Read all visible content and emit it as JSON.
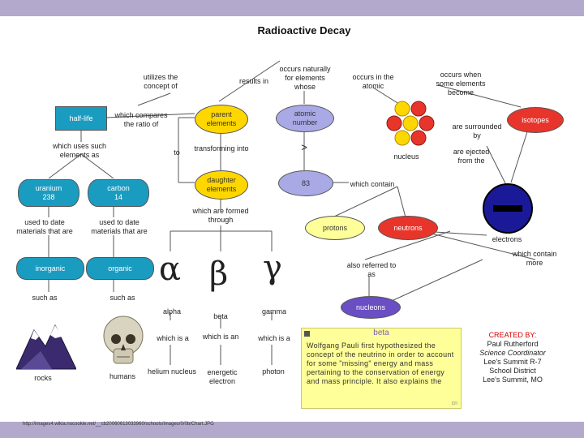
{
  "title": "Radioactive Decay",
  "nodes": {
    "half_life": "half-life",
    "parent_elements": "parent\nelements",
    "atomic_number": "atomic\nnumber",
    "isotopes": "isotopes",
    "uranium": "uranium\n238",
    "carbon": "carbon\n14",
    "daughter_elements": "daughter\nelements",
    "n83": "83",
    "protons": "protons",
    "neutrons": "neutrons",
    "inorganic": "inorganic",
    "organic": "organic",
    "nucleons": "nucleons"
  },
  "labels": {
    "utilizes": "utilizes the\nconcept of",
    "results_in": "results in",
    "occurs_naturally": "occurs naturally\nfor elements\nwhose",
    "occurs_atomic": "occurs in the\natomic",
    "occurs_when": "occurs when\nsome elements\nbecome",
    "which_compares": "which compares\nthe ratio of",
    "are_surrounded": "are surrounded\nby",
    "which_uses": "which uses such\nelements as",
    "to": "to",
    "transforming": "transforming into",
    "gt": ">",
    "nucleus": "nucleus",
    "are_ejected": "are ejected\nfrom the",
    "which_contain": "which contain",
    "which_formed": "which are formed\nthrough",
    "used_date_1": "used to date\nmaterials that are",
    "used_date_2": "used to date\nmaterials that are",
    "electrons": "electrons",
    "which_contain_more": "which contain\nmore",
    "also_referred": "also referred to\nas",
    "such_as_1": "such as",
    "such_as_2": "such as",
    "alpha": "alpha",
    "beta": "beta",
    "gamma": "gamma",
    "which_is_a_1": "which is a",
    "which_is_an": "which is an",
    "which_is_a_2": "which is a",
    "rocks": "rocks",
    "humans": "humans",
    "helium": "helium nucleus",
    "energetic": "energetic\nelectron",
    "photon": "photon"
  },
  "greek": {
    "alpha": "α",
    "beta": "β",
    "gamma": "γ"
  },
  "note": {
    "heading": "beta",
    "text": "Wolfgang Pauli first hypothesized the concept of the neutrino in order to account for some \"missing\" energy and mass pertaining to the conservation of energy and mass principle. It also explains the",
    "corner": "cn"
  },
  "credit": {
    "heading": "CREATED BY:",
    "name": "Paul Rutherford",
    "role": "Science Coordinator",
    "district": "Lee's Summit R-7\nSchool District",
    "city": "Lee's Summit, MO"
  },
  "source": "http://images4.wikia.nocookie.net/__cb20060613033960/schools/images/0/0b/Chart.JPG",
  "colors": {
    "frame": "#b3a9cc",
    "teal": "#1a9cc0",
    "yellow": "#ffd700",
    "lavender": "#a9a9e6",
    "red": "#e8352b",
    "pale_yellow": "#ffff99",
    "purple": "#6a4ec4",
    "navy": "#1a1a99"
  }
}
